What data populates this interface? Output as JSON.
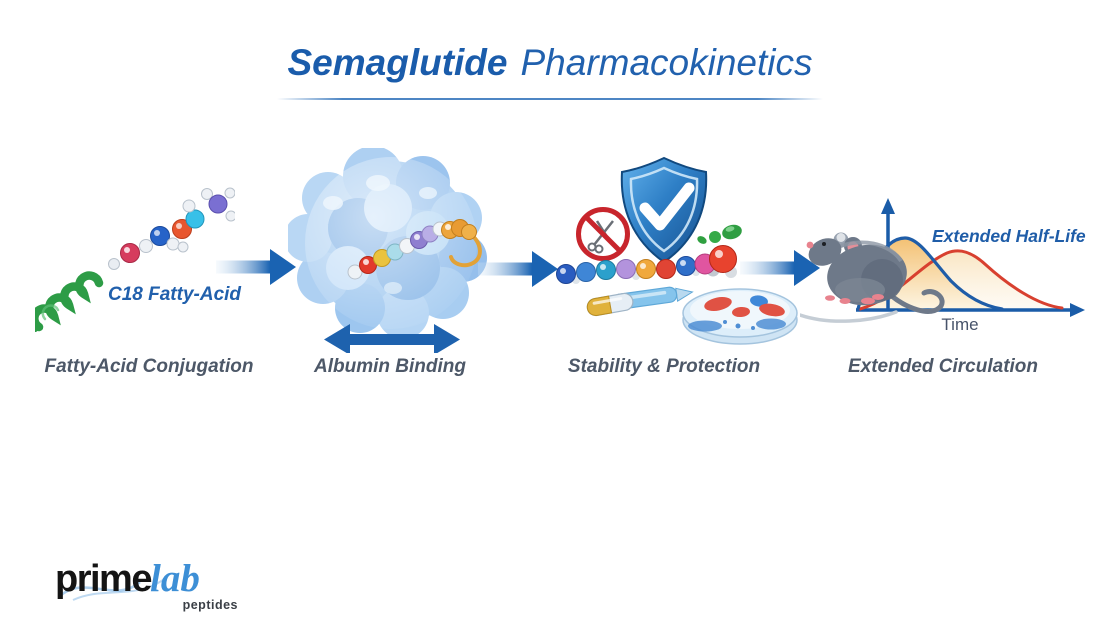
{
  "title": {
    "emphasis": "Semaglutide",
    "rest": "Pharmacokinetics"
  },
  "stages": [
    {
      "id": "fatty-acid-conjugation",
      "caption": "Fatty-Acid Conjugation",
      "molecule_label": "C18 Fatty-Acid"
    },
    {
      "id": "albumin-binding",
      "caption": "Albumin Binding"
    },
    {
      "id": "stability-protection",
      "caption": "Stability & Protection"
    },
    {
      "id": "extended-circulation",
      "caption": "Extended Circulation",
      "chart": {
        "type": "line",
        "annotation": "Extended Half-Life",
        "x_axis_label": "Time",
        "series": [
          {
            "name": "blue_curve",
            "color": "#1f5da8",
            "shape": "early sharp peak with fast decay, yellow-shaded area underneath"
          },
          {
            "name": "red_curve",
            "color": "#d8402f",
            "shape": "later broader peak, slower decay extending further along time axis"
          }
        ]
      }
    }
  ],
  "logo": {
    "prime": "prime",
    "lab": "lab",
    "sub": "peptides"
  },
  "icons": {
    "peptide-helix-icon": "green coiled helix",
    "fatty-acid-chain-icon": "ball-and-stick molecule chain",
    "flow-arrow-icon": "blue gradient right arrow",
    "albumin-protein-icon": "light blue lumpy protein sphere",
    "binding-double-arrow-icon": "blue double-headed horizontal arrow",
    "shield-check-icon": "blue shield with white checkmark",
    "no-cleavage-icon": "red prohibition sign over scissors",
    "bacteria-icon": "green microbes",
    "peptide-beads-icon": "multicolor bead chain",
    "capsule-icon": "gold and white capsule",
    "injector-pen-icon": "blue injection pen",
    "petri-dish-icon": "petri dish with red and blue colonies",
    "mouse-icon": "gray lab mouse",
    "pk-axes-icon": "blue chart axes with arrowheads"
  },
  "colors": {
    "title_blue": "#1a5cab",
    "caption_gray": "#4d5868",
    "arrow_blue": "#1a63b2",
    "curve_blue": "#1f5da8",
    "curve_red": "#d8402f",
    "area_yellow": "#f3bd6b",
    "logo_blue": "#3d8fd6"
  }
}
